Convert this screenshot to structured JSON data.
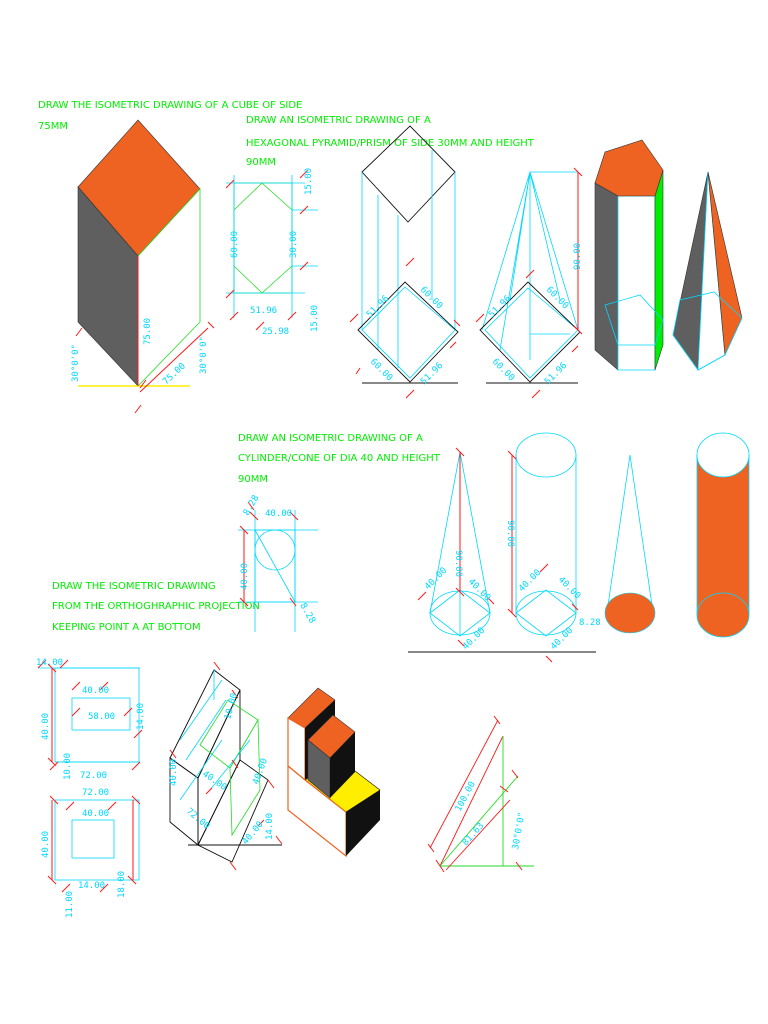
{
  "titles": {
    "cube": [
      "DRAW THE ISOMETRIC DRAWING OF A CUBE OF SIDE",
      "75MM"
    ],
    "hex": [
      "DRAW AN ISOMETRIC DRAWING OF A",
      "HEXAGONAL PYRAMID/PRISM OF SIDE 30MM AND HEIGHT",
      "90MM"
    ],
    "cyl": [
      "DRAW AN ISOMETRIC DRAWING OF A",
      "CYLINDER/CONE OF DIA 40 AND HEIGHT",
      "90MM"
    ],
    "ortho": [
      "DRAW THE ISOMETRIC DRAWING",
      "FROM THE ORTHOGHRAPHIC PROJECTION",
      "KEEPING POINT A AT BOTTOM"
    ]
  },
  "dims": {
    "cube": [
      "30°0'0\"",
      "75.00",
      "75.00",
      "30°0'0\""
    ],
    "hex_plan": [
      "15.00",
      "60.00",
      "30.00",
      "51.96",
      "15.00",
      "25.98"
    ],
    "hex_iso": [
      "51.96",
      "60.00",
      "60.00",
      "51.96",
      "51.96",
      "60.00",
      "60.00",
      "51.96",
      "90.00"
    ],
    "cyl_plan": [
      "40.00",
      "8.28",
      "40.00",
      "8.28"
    ],
    "cyl_iso": [
      "90.00",
      "40.00",
      "40.00",
      "40.00",
      "90.00",
      "40.00",
      "40.00",
      "40.00",
      "8.28"
    ],
    "ortho_front": [
      "14.00",
      "40.00",
      "58.00",
      "40.00",
      "14.00",
      "72.00",
      "10.00"
    ],
    "ortho_top": [
      "72.00",
      "40.00",
      "40.00",
      "11.00",
      "14.00",
      "18.00"
    ],
    "ortho_iso": [
      "40.00",
      "10.00",
      "40.00",
      "40.00",
      "72.00",
      "40.00",
      "14.00"
    ],
    "tri": [
      "100.00",
      "81.63",
      "30°0'0\""
    ]
  },
  "colors": {
    "title": "#00ee00",
    "dimension": "#00d8ff",
    "fill_orange": "#ee6322",
    "fill_grey": "#5f5f5f",
    "fill_green": "#00ee00",
    "fill_yellow": "#ffee00",
    "dim_arrow": "#ff1a1a"
  }
}
